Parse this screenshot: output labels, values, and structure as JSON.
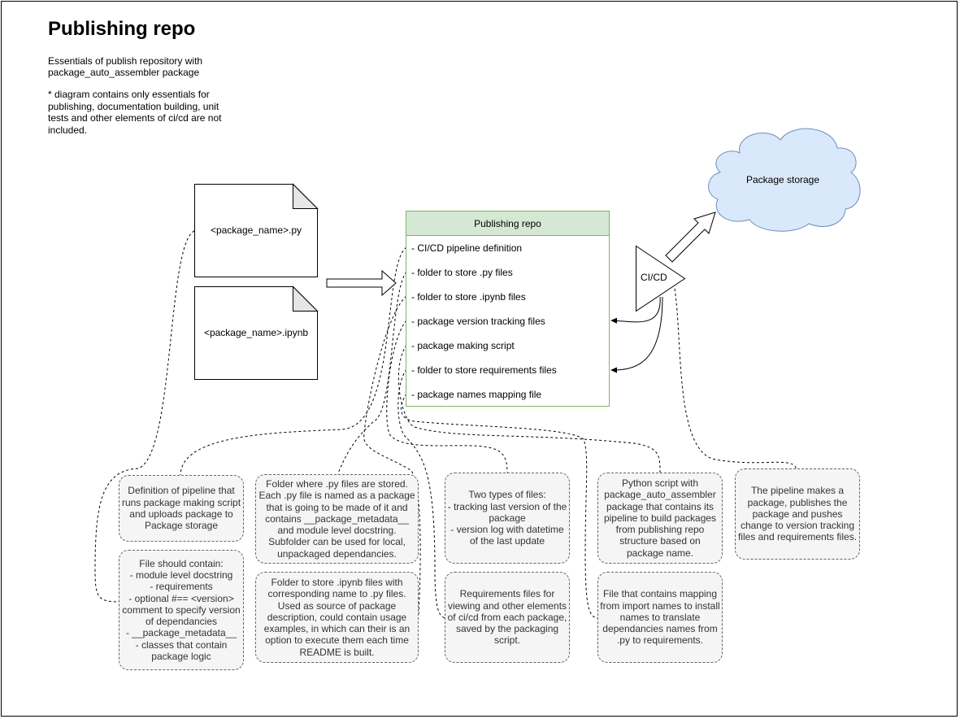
{
  "title": "Publishing repo",
  "subtitle": "Essentials of publish repository with package_auto_assembler package",
  "note": "* diagram contains only essentials for publishing, documentation building, unit tests and other elements of ci/cd are not included.",
  "files": {
    "py": "<package_name>.py",
    "ipynb": "<package_name>.ipynb"
  },
  "repo": {
    "title": "Publishing repo",
    "items": [
      "- CI/CD pipeline definition",
      "- folder to store .py files",
      "- folder to store .ipynb files",
      "- package version tracking files",
      "- package making script",
      "- folder to store requirements files",
      "- package names mapping file"
    ]
  },
  "cicd": {
    "label": "CI/CD"
  },
  "storage": {
    "label": "Package storage"
  },
  "descriptions": {
    "pipeline": "Definition of pipeline that runs package making script and uploads package to Package storage",
    "py_file": "File should contain:\n- module level docstring\n- requirements\n- optional #== <version> comment to specify version of dependancies\n- __package_metadata__\n- classes that contain package logic",
    "py_folder": "Folder where .py files are stored. Each .py file is named as a package that is going to be made of it and contains __package_metadata__ and module level docstring.\nSubfolder can be used for local, unpackaged dependancies.",
    "ipynb_folder": "Folder to store .ipynb files with corresponding name to .py files. Used as source of package description, could contain usage examples, in which can their is an option to execute them each time README is built.",
    "version_files": "Two types of files:\n- tracking last version of the package\n- version log with datetime of the last update",
    "requirements": "Requirements files for viewing and other elements of ci/cd from each package, saved by the packaging script.",
    "script": "Python script with package_auto_assembler package that contains its pipeline to build packages from publishing repo structure based on package name.",
    "mapping": "File that contains mapping from import names to install names to translate dependancies names from .py to requirements.",
    "pipeline_action": "The pipeline makes a package, publishes the package and pushes change to version tracking files and requirements files."
  }
}
